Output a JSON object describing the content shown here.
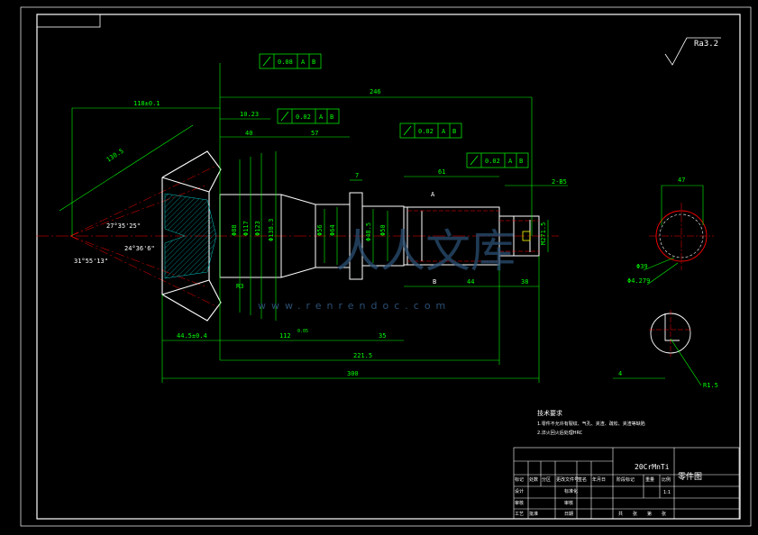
{
  "colors": {
    "background": "#000000",
    "outline": "#ffffff",
    "dimension": "#00ff00",
    "center": "#ff0000",
    "hatch": "#00c8c8",
    "watermark": "#2a4f73"
  },
  "roughness": {
    "label": "Ra3.2"
  },
  "tolerances": [
    {
      "symbol": "runout-icon",
      "value": "0.08",
      "datum1": "A",
      "datum2": "B"
    },
    {
      "symbol": "runout-icon",
      "value": "0.02",
      "datum1": "A",
      "datum2": "B"
    },
    {
      "symbol": "runout-icon",
      "value": "0.02",
      "datum1": "A",
      "datum2": "B"
    },
    {
      "symbol": "runout-icon",
      "value": "0.02",
      "datum1": "A",
      "datum2": "B"
    }
  ],
  "dimensions": {
    "cone_length": "118±0.1",
    "cone_slant": "130.5",
    "overall_246": "246",
    "d_10_23": "10.23",
    "d_40": "40",
    "d_57": "57",
    "d_61": "61",
    "d_7": "7",
    "chamfer": "2-B5",
    "d_44": "44",
    "d_38": "38",
    "d_44_5": "44.5±0.4",
    "d_112": "112",
    "d_112_tol": "0.05",
    "d_35": "35",
    "d_221_5": "221.5",
    "overall_300": "300",
    "angle_1": "27°35'25\"",
    "angle_2": "24°36'6\"",
    "angle_3": "31°55'13\"",
    "radius_r3": "R3",
    "dia_1": "Φ88",
    "dia_2": "Φ117",
    "dia_3": "Φ123",
    "dia_4": "Φ138.3",
    "dia_5": "Φ56",
    "dia_6": "Φ64",
    "dia_7": "Φ48.5",
    "dia_8": "Φ50",
    "thread": "M271.5",
    "section_47": "47",
    "section_39": "Φ39",
    "section_54": "Φ4.279",
    "section_4": "4",
    "section_r1_5": "R1.5"
  },
  "datum_labels": [
    "A",
    "B"
  ],
  "tech_requirements": {
    "title": "技术要求",
    "items": [
      "1.零件不允许有裂纹、气孔、夹渣、疏松、夹渣等缺陷",
      "2.淬火回火后处理HRC"
    ]
  },
  "title_block": {
    "material": "20CrMnTi",
    "part_name": "零件图",
    "col_labels": [
      "标记",
      "处数",
      "分区",
      "更改文件号",
      "签名",
      "年月日"
    ],
    "row_labels": [
      "设计",
      "审核",
      "工艺",
      "批准"
    ],
    "mid_labels": [
      "标准化",
      "审核",
      "日期"
    ],
    "right_labels": [
      "阶段标记",
      "重量",
      "比例"
    ],
    "scale": "1:1",
    "sheet": [
      "共",
      "张",
      "第",
      "张"
    ]
  },
  "watermark": {
    "logo_text": "人人文库",
    "url": "www.renrendoc.com"
  }
}
